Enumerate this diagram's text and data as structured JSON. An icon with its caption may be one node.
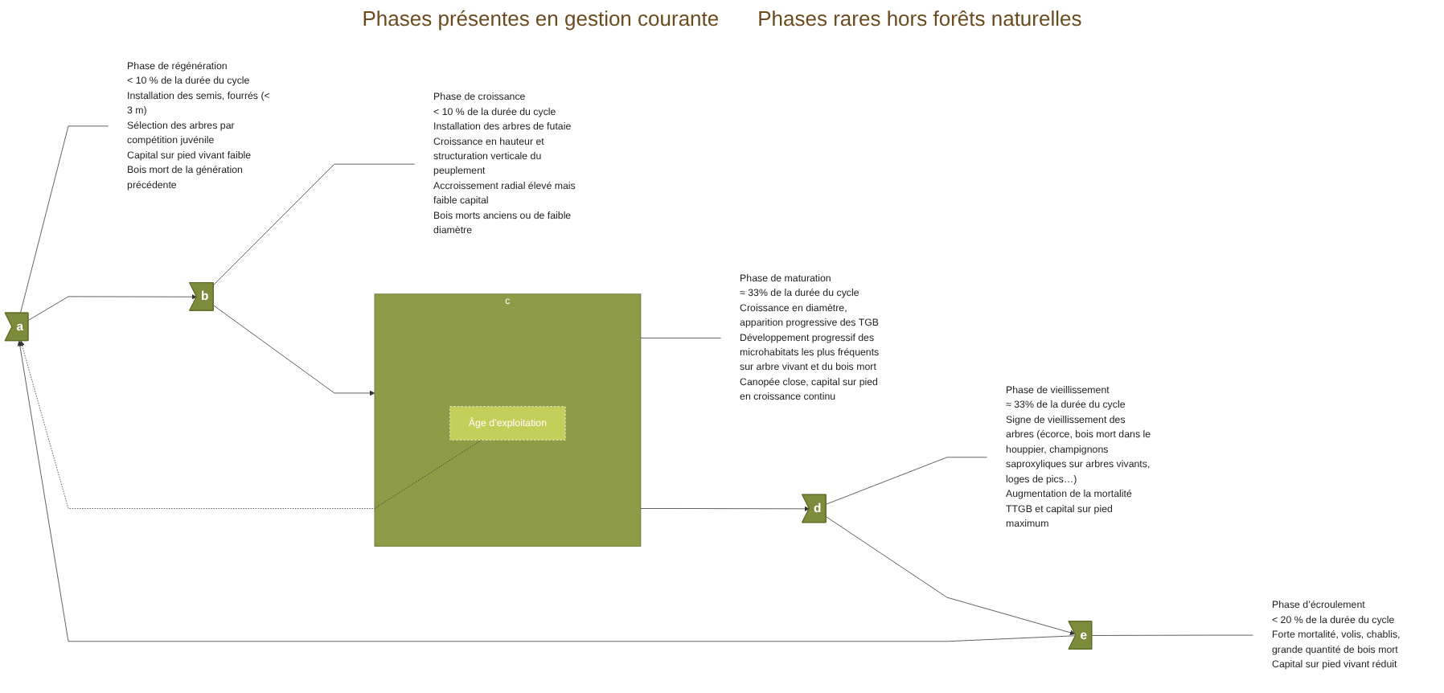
{
  "diagram": {
    "nodes": [
      {
        "text": [
          "Phase de régénération",
          "< 10 % de la durée du cycle",
          "Installation des semis, fourrés (< 3 m)",
          "Sélection des arbres par compétition juvénile",
          "Capital sur pied vivant faible",
          "Bois mort de la génération précédente"
        ]
      },
      {
        "text": [
          "a"
        ]
      },
      {
        "text": [
          "Phase de croissance",
          "< 10 % de la durée du cycle",
          "Installation des arbres de futaie",
          "Croissance en hauteur et structuration verticale du peuplement",
          "Accroissement radial élevé mais faible capital",
          "Bois morts anciens ou de faible diamètre"
        ]
      },
      {
        "text": [
          "b"
        ]
      },
      {
        "text": [
          "Phase de maturation",
          "≈ 33% de la durée du cycle",
          "Croissance en diamètre, apparition progressive des TGB",
          "Développement progressif des microhabitats les plus fréquents sur arbre vivant et du bois mort",
          "Canopée close, capital sur pied en croissance continu"
        ]
      },
      {
        "text": [
          "c"
        ]
      },
      {
        "text": [
          "Âge d’exploitation"
        ],
        "in": 5
      },
      {
        "text": [
          "Phase de vieillissement",
          "≈ 33% de la durée du cycle",
          "Signe de vieillissement des arbres (écorce, bois mort dans le houppier, champignons saproxyliques sur arbres vivants, loges de pics…)",
          "Augmentation de la mortalité",
          "TTGB et capital sur pied maximum"
        ]
      },
      {
        "text": [
          "d"
        ]
      },
      {
        "text": [
          "Phase d’écroulement",
          "< 20 % de la durée du cycle",
          "Forte mortalité, volis, chablis, grande quantité de bois mort",
          "Capital sur pied vivant réduit"
        ]
      },
      {
        "text": [
          "e"
        ]
      }
    ],
    "edges": [
      {
        "from": 0,
        "to": 1,
        "arrow": "none"
      },
      {
        "from": 2,
        "to": 3,
        "arrow": "none"
      },
      {
        "from": 4,
        "to": 5,
        "arrow": "none"
      },
      {
        "from": 7,
        "to": 8,
        "arrow": "none"
      },
      {
        "from": 9,
        "to": 10,
        "arrow": "none"
      },
      {
        "from": 1,
        "to": 3,
        "arrow": "to"
      },
      {
        "from": 3,
        "to": 5,
        "arrow": "to"
      },
      {
        "from": 5,
        "to": 8,
        "arrow": "to"
      },
      {
        "from": 8,
        "to": 10,
        "arrow": "to"
      },
      {
        "from": 10,
        "to": 1,
        "arrow": "to"
      },
      {
        "from": 6,
        "to": 1,
        "arrow": "to",
        "style": "dashed"
      }
    ],
    "labels": [
      "Phases présentes en gestion courante",
      "Phases rares hors forêts naturelles"
    ]
  }
}
